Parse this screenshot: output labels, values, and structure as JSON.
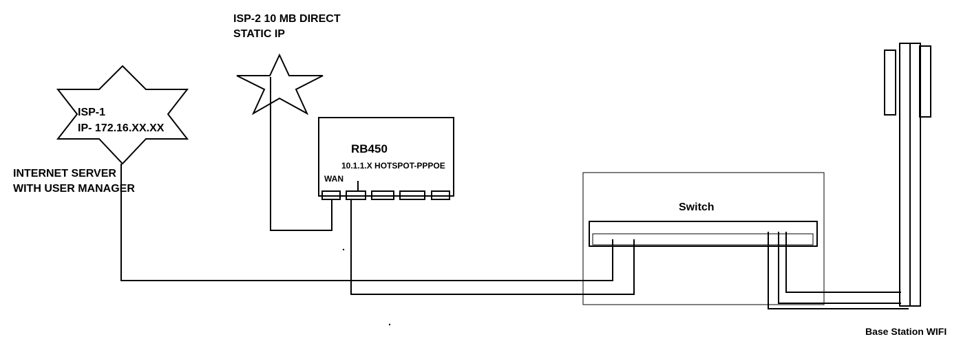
{
  "isp1": {
    "name": "ISP-1",
    "ip": "IP- 172.16.XX.XX",
    "role_line1": "INTERNET SERVER",
    "role_line2": "WITH USER MANAGER"
  },
  "isp2": {
    "line1": "ISP-2 10 MB DIRECT",
    "line2": "STATIC IP"
  },
  "router": {
    "model": "RB450",
    "network": "10.1.1.X HOTSPOT-PPPOE",
    "wan_label": "WAN"
  },
  "switch": {
    "label": "Switch"
  },
  "base_station": {
    "label": "Base Station WIFI"
  }
}
